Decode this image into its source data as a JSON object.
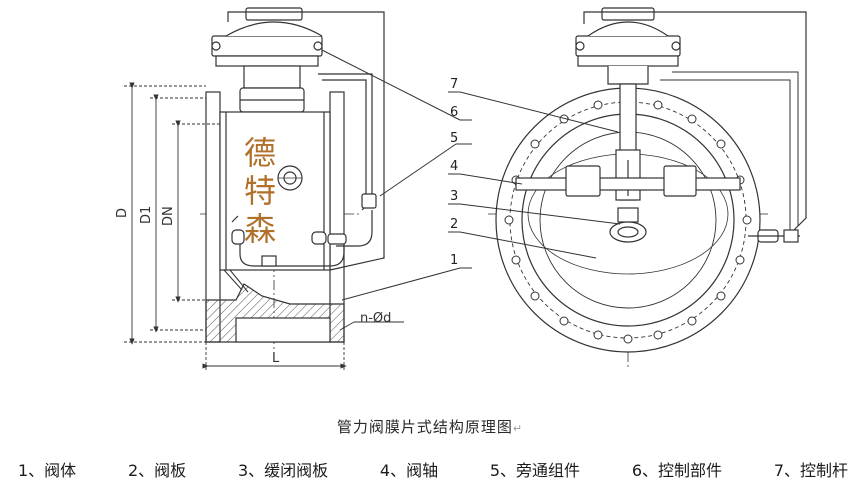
{
  "watermark": [
    "德",
    "特",
    "森"
  ],
  "dimensions": {
    "D": "D",
    "D1": "D1",
    "DN": "DN",
    "L": "L",
    "holes": "n-Ød"
  },
  "callouts": [
    "1",
    "2",
    "3",
    "4",
    "5",
    "6",
    "7"
  ],
  "caption": {
    "title": "管力阀膜片式结构原理图",
    "return_mark": "↵"
  },
  "legend": [
    "1、阀体",
    "2、阀板",
    "3、缓闭阀板",
    "4、阀轴",
    "5、旁通组件",
    "6、控制部件",
    "7、控制杆"
  ]
}
